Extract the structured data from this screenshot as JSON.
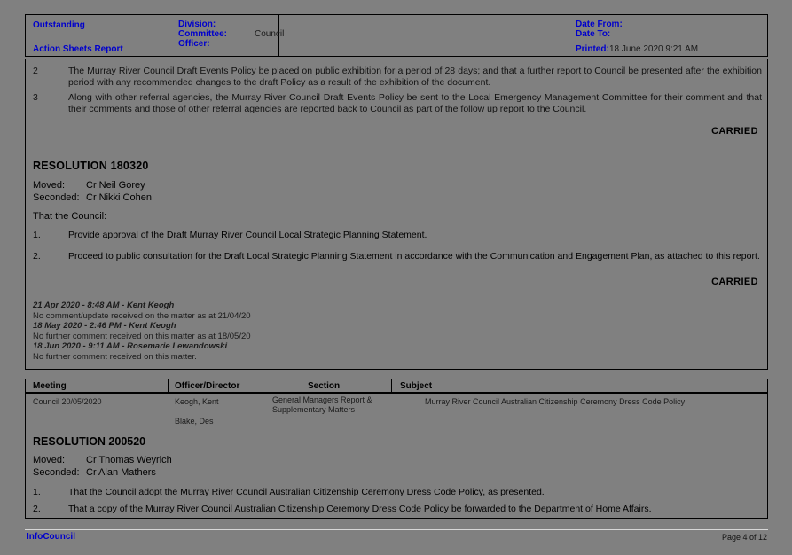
{
  "report_header": {
    "status_label": "Outstanding",
    "report_title": "Action Sheets Report",
    "division_label": "Division:",
    "committee_label": "Committee:",
    "committee_value": "Council",
    "officer_label": "Officer:",
    "date_from_label": "Date From:",
    "date_to_label": "Date To:",
    "printed_label": "Printed:",
    "printed_value": "18 June 2020 9:21 AM"
  },
  "resolution_block_1": {
    "preceding_items": [
      {
        "number": "2",
        "text": "The Murray River Council Draft Events Policy be placed on public exhibition for a period of 28 days; and that a further report to Council be presented after the exhibition period with any recommended changes to the draft Policy as a result of the exhibition of the document."
      },
      {
        "number": "3",
        "text": "Along with other referral agencies, the Murray River Council Draft Events Policy be sent to the Local Emergency Management Committee for their comment and that their comments and those of other referral agencies are reported back to Council as part of the follow up report to the Council."
      }
    ],
    "carried_label": "CARRIED",
    "resolution_title": "RESOLUTION 180320",
    "moved_label": "Moved:",
    "moved_value": "Cr Neil Gorey",
    "seconded_label": "Seconded:",
    "seconded_value": "Cr Nikki Cohen",
    "preamble": "That the Council:",
    "items": [
      {
        "number": "1.",
        "text": "Provide approval of the Draft Murray River Council Local Strategic Planning Statement."
      },
      {
        "number": "2.",
        "text": "Proceed to public consultation for the Draft Local Strategic Planning Statement in accordance with the Communication and Engagement Plan, as attached to this report."
      }
    ],
    "carried_label_2": "CARRIED",
    "notes": [
      {
        "timestamp": "21 Apr 2020 - 8:48 AM - Kent Keogh",
        "comment": "No comment/update received on the matter as at 21/04/20"
      },
      {
        "timestamp": "18 May 2020 - 2:46 PM - Kent Keogh",
        "comment": "No further comment received on this matter as at 18/05/20"
      },
      {
        "timestamp": "18 Jun 2020 - 9:11 AM - Rosemarie Lewandowski",
        "comment": "No further comment received on this matter."
      }
    ]
  },
  "action_table": {
    "columns": [
      "Meeting",
      "Officer/Director",
      "Section",
      "Subject"
    ],
    "row": {
      "meeting": "Council 20/05/2020",
      "officer": "Keogh, Kent",
      "director": "Blake, Des",
      "section": "General Managers Report & Supplementary Matters",
      "subject": "Murray River Council Australian Citizenship Ceremony Dress Code Policy"
    }
  },
  "resolution_block_2": {
    "resolution_title": "RESOLUTION 200520",
    "moved_label": "Moved:",
    "moved_value": "Cr Thomas Weyrich",
    "seconded_label": "Seconded:",
    "seconded_value": "Cr Alan Mathers",
    "items": [
      {
        "number": "1.",
        "text": "That the Council adopt the Murray River Council Australian Citizenship Ceremony Dress Code Policy, as presented."
      },
      {
        "number": "2.",
        "text": "That a copy of the Murray River Council Australian Citizenship Ceremony Dress Code Policy be forwarded to the Department of Home Affairs."
      }
    ]
  },
  "footer": {
    "brand": "InfoCouncil",
    "page_number": "Page 4 of 12"
  },
  "colors": {
    "page_background": "#808080",
    "header_link_blue": "#0000CC",
    "border": "#000000",
    "text": "#111111"
  }
}
